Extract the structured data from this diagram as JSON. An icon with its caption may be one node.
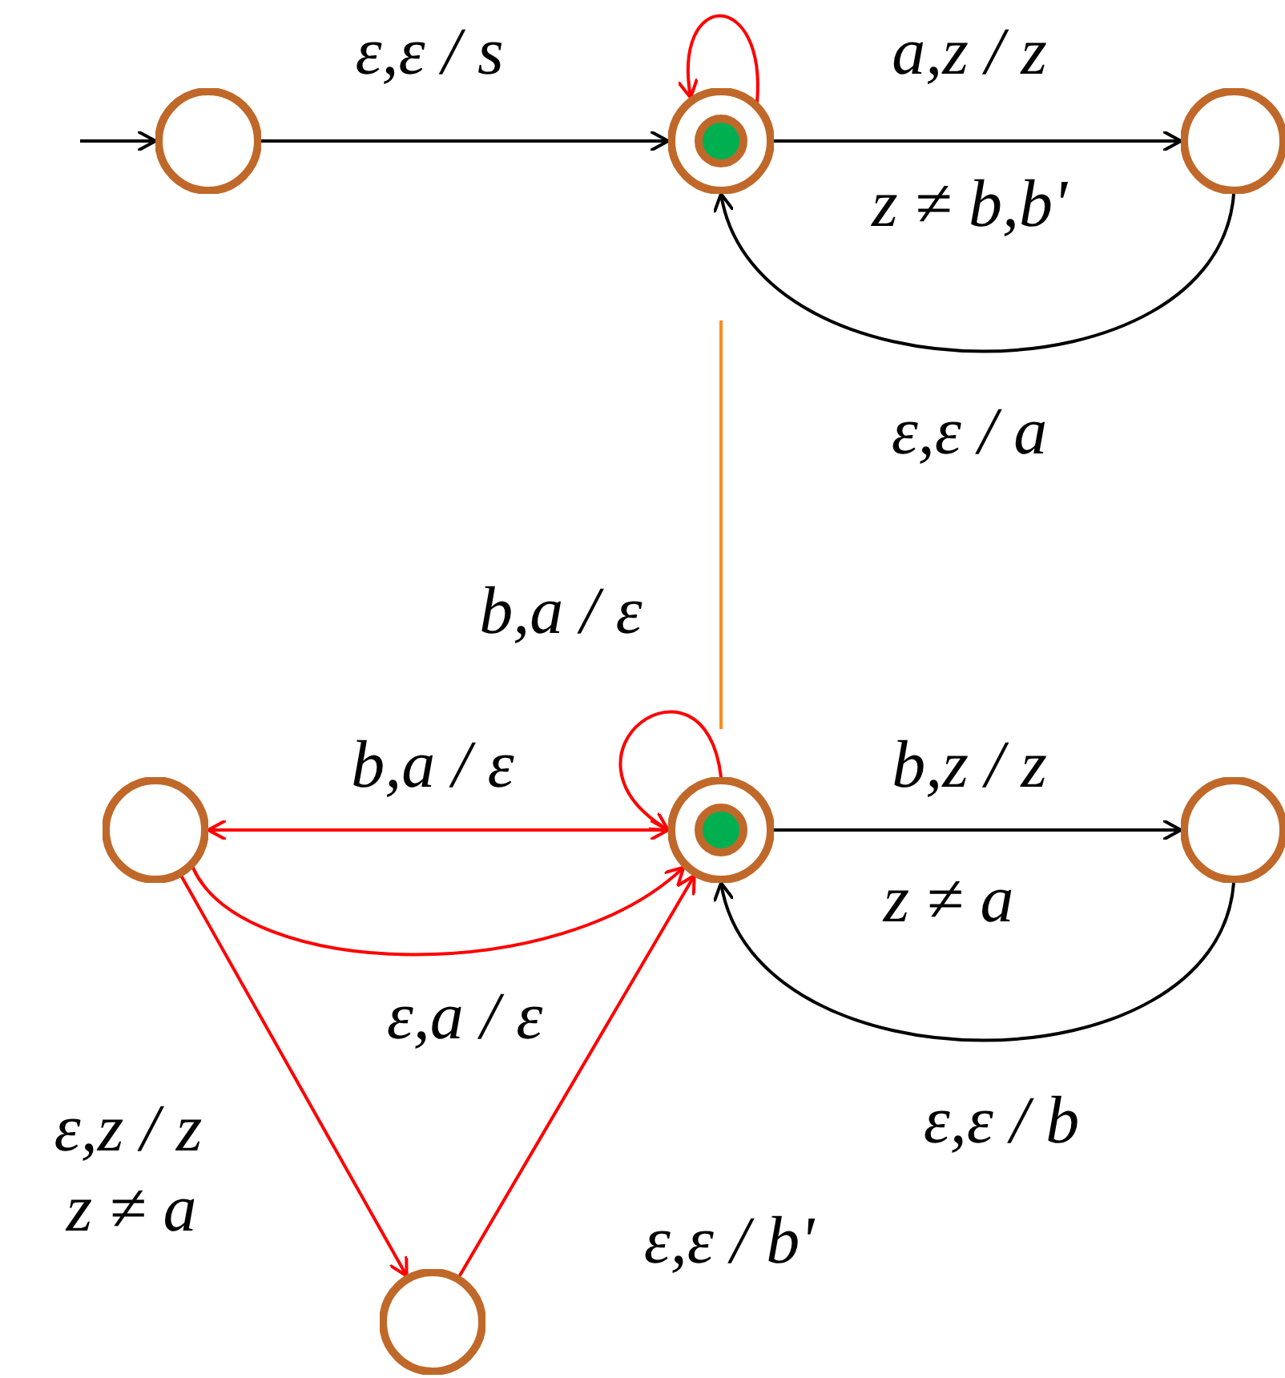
{
  "diagram": {
    "nodes": [
      {
        "text": [],
        "shape": "circle"
      },
      {
        "text": [],
        "shape": "target"
      },
      {
        "text": [],
        "shape": "circle"
      },
      {
        "text": [],
        "shape": "circle"
      },
      {
        "text": [],
        "shape": "target"
      },
      {
        "text": [],
        "shape": "circle"
      },
      {
        "text": [],
        "shape": "circle"
      }
    ],
    "edges": [
      {
        "from": null,
        "to": 0,
        "arrow": "to"
      },
      {
        "from": 0,
        "to": 1,
        "arrow": "to",
        "label": "ε,ε / s"
      },
      {
        "from": 1,
        "to": 1,
        "arrow": "to",
        "color": "#ff0000"
      },
      {
        "from": 1,
        "to": 2,
        "arrow": "to",
        "label": "a,z / z"
      },
      {
        "from": 2,
        "to": 1,
        "arrow": "to",
        "label": "ε,ε / a"
      },
      {
        "from": 4,
        "to": 4,
        "arrow": "to",
        "color": "#ff0000",
        "label": "b,a / ε"
      },
      {
        "from": 3,
        "to": 4,
        "arrow": "both",
        "color": "#ff0000",
        "label": "b,a / ε"
      },
      {
        "from": 3,
        "to": 4,
        "arrow": "to",
        "color": "#ff0000",
        "label": "ε,a / ε"
      },
      {
        "from": 3,
        "to": 6,
        "arrow": "to",
        "color": "#ff0000",
        "label": "ε,z / z"
      },
      {
        "from": 6,
        "to": 4,
        "arrow": "to",
        "color": "#ff0000",
        "label": "ε,ε / b'"
      },
      {
        "from": 4,
        "to": 5,
        "arrow": "to",
        "label": "b,z / z"
      },
      {
        "from": 5,
        "to": 4,
        "arrow": "to",
        "label": "ε,ε / b"
      }
    ],
    "labels": [
      "z ≠ b,b'",
      "z ≠ a",
      "z ≠ a"
    ]
  }
}
